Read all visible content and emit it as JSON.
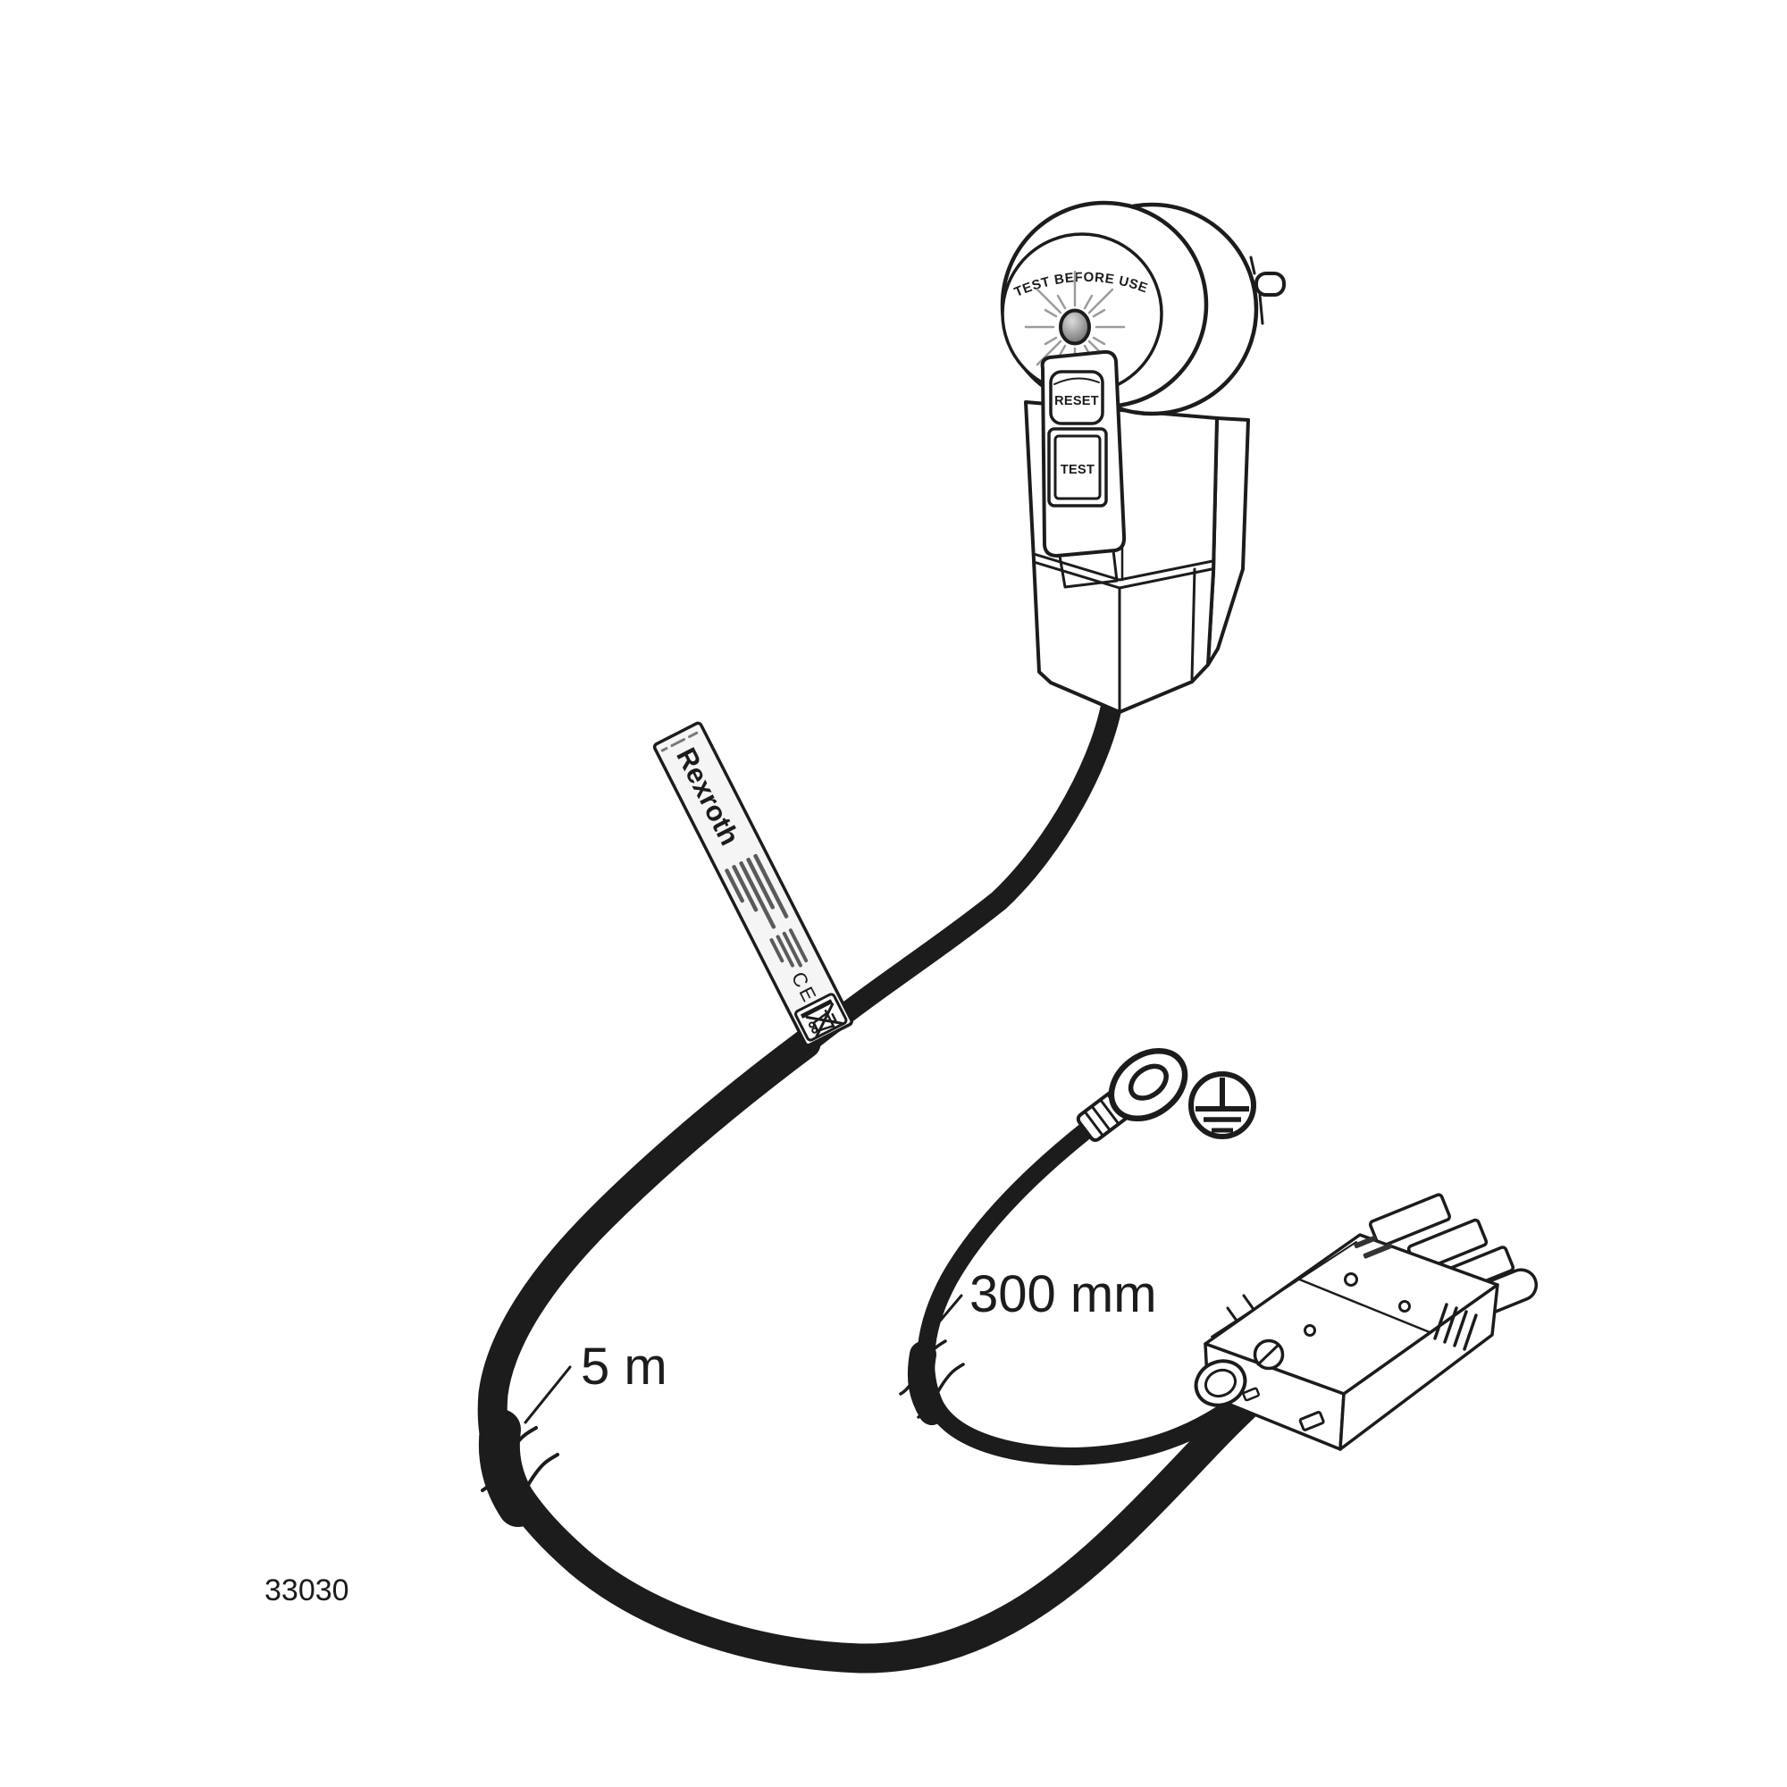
{
  "figure": {
    "number": "33030"
  },
  "rcd_plug": {
    "face_text": "TEST BEFORE USE",
    "reset_button_label": "RESET",
    "test_button_label": "TEST"
  },
  "label_tag": {
    "brand": "Rexroth",
    "ce_mark": "CE"
  },
  "dimensions": {
    "main_cable_length": "5 m",
    "earth_wire_length": "300 mm"
  },
  "colors": {
    "line": "#1c1c1c",
    "background": "#ffffff",
    "earth_wire_gray": "#a8a8a8",
    "led_gray": "#8a8a8a",
    "label_fill": "#f5f5f5"
  },
  "icons": {
    "ground_symbol": "protective-earth-icon",
    "weee": "crossed-out-wheeled-bin-icon",
    "led": "indicator-led-icon",
    "ring_terminal": "ring-terminal",
    "cable_break": "break-mark"
  }
}
